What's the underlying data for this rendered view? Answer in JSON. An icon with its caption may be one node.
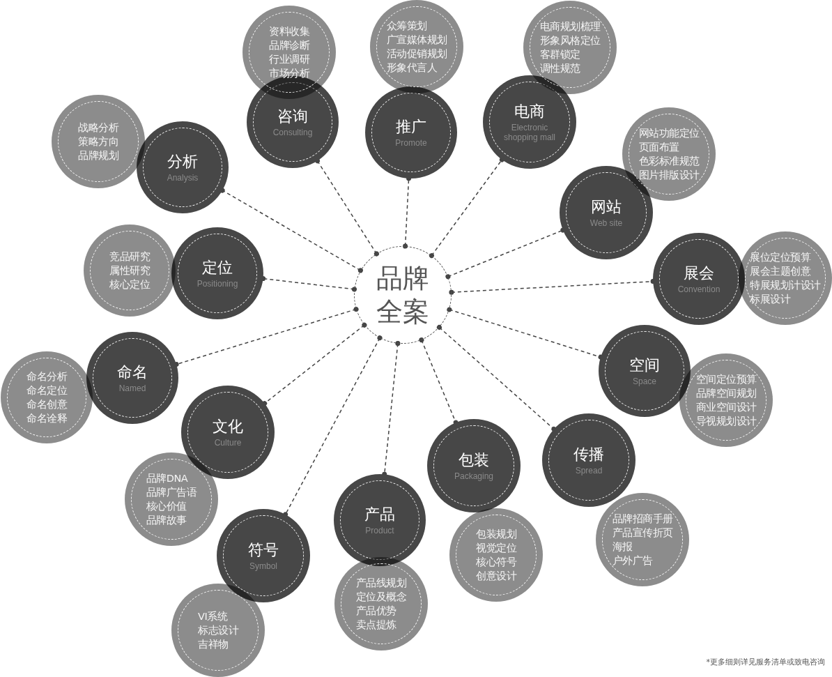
{
  "diagram": {
    "nodes": [
      {
        "text": [
          "品牌全案"
        ]
      },
      {
        "text": [
          "分析",
          "Analysis"
        ]
      },
      {
        "text": [
          "战略分析",
          "策略方向",
          "品牌规划"
        ]
      },
      {
        "text": [
          "咨询",
          "Consulting"
        ]
      },
      {
        "text": [
          "资料收集",
          "品牌诊断",
          "行业调研",
          "市场分析"
        ]
      },
      {
        "text": [
          "推广",
          "Promote"
        ]
      },
      {
        "text": [
          "众筹策划",
          "广宣媒体规划",
          "活动促销规划",
          "形象代言人"
        ]
      },
      {
        "text": [
          "电商",
          "Electronic shopping mall"
        ]
      },
      {
        "text": [
          "电商规划梳理",
          "形象风格定位",
          "客群锁定",
          "调性规范"
        ]
      },
      {
        "text": [
          "网站",
          "Web site"
        ]
      },
      {
        "text": [
          "网站功能定位",
          "页面布置",
          "色彩标准规范",
          "图片排版设计"
        ]
      },
      {
        "text": [
          "展会",
          "Convention"
        ]
      },
      {
        "text": [
          "展位定位预算",
          "展会主题创意",
          "特展规划计设计",
          "标展设计"
        ]
      },
      {
        "text": [
          "空间",
          "Space"
        ]
      },
      {
        "text": [
          "空间定位预算",
          "品牌空间规划",
          "商业空间设计",
          "导视规划设计"
        ]
      },
      {
        "text": [
          "传播",
          "Spread"
        ]
      },
      {
        "text": [
          "品牌招商手册",
          "产品宣传折页",
          "海报",
          "户外广告"
        ]
      },
      {
        "text": [
          "包装",
          "Packaging"
        ]
      },
      {
        "text": [
          "包装规划",
          "视觉定位",
          "核心符号",
          "创意设计"
        ]
      },
      {
        "text": [
          "产品",
          "Product"
        ]
      },
      {
        "text": [
          "产品线规划",
          "定位及概念",
          "产品优势",
          "卖点提炼"
        ]
      },
      {
        "text": [
          "符号",
          "Symbol"
        ]
      },
      {
        "text": [
          "VI系统",
          "标志设计",
          "吉祥物"
        ]
      },
      {
        "text": [
          "文化",
          "Culture"
        ]
      },
      {
        "text": [
          "品牌DNA",
          "品牌广告语",
          "核心价值",
          "品牌故事"
        ]
      },
      {
        "text": [
          "命名",
          "Named"
        ]
      },
      {
        "text": [
          "命名分析",
          "命名定位",
          "命名创意",
          "命名诠释"
        ]
      },
      {
        "text": [
          "定位",
          "Positioning"
        ]
      },
      {
        "text": [
          "竞品研究",
          "属性研究",
          "核心定位"
        ]
      }
    ],
    "edges": [
      {
        "from": 0,
        "to": 1,
        "arrow": "other"
      },
      {
        "from": 0,
        "to": 3,
        "arrow": "other"
      },
      {
        "from": 0,
        "to": 5,
        "arrow": "other"
      },
      {
        "from": 0,
        "to": 7,
        "arrow": "other"
      },
      {
        "from": 0,
        "to": 9,
        "arrow": "other"
      },
      {
        "from": 0,
        "to": 11,
        "arrow": "other"
      },
      {
        "from": 0,
        "to": 13,
        "arrow": "other"
      },
      {
        "from": 0,
        "to": 15,
        "arrow": "other"
      },
      {
        "from": 0,
        "to": 17,
        "arrow": "other"
      },
      {
        "from": 0,
        "to": 19,
        "arrow": "other"
      },
      {
        "from": 0,
        "to": 21,
        "arrow": "other"
      },
      {
        "from": 0,
        "to": 23,
        "arrow": "other"
      },
      {
        "from": 0,
        "to": 25,
        "arrow": "other"
      },
      {
        "from": 0,
        "to": 27,
        "arrow": "other"
      }
    ],
    "labels": [
      "*更多细则详见服务清单或致电咨询"
    ]
  }
}
